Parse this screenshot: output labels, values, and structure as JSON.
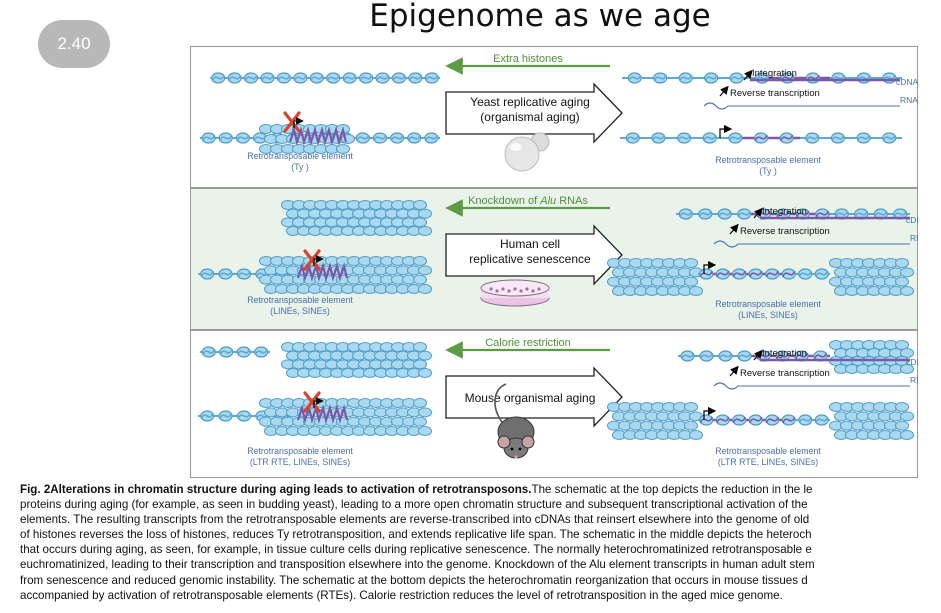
{
  "slide": {
    "number": "2.40",
    "title": "Epigenome as we age"
  },
  "panels": [
    {
      "intervention": "Extra histones",
      "process_line1": "Yeast replicative aging",
      "process_line2": "(organismal aging)",
      "left_element_line1": "Retrotransposable element",
      "left_element_line2": "(Ty )",
      "right_element_line1": "Retrotransposable element",
      "right_element_line2": "(Ty )",
      "integration": "Integration",
      "cdna": "cDNA",
      "reverse_transcription": "Reverse transcription",
      "rna": "RNA",
      "illustration": "yeast-cells",
      "background": "#ffffff"
    },
    {
      "intervention_prefix": "Knockdown of ",
      "intervention_italic": "Alu",
      "intervention_suffix": " RNAs",
      "process_line1": "Human cell",
      "process_line2": "replicative senescence",
      "left_element_line1": "Retrotransposable element",
      "left_element_line2": "(LINEs, SINEs)",
      "right_element_line1": "Retrotransposable element",
      "right_element_line2": "(LINEs, SINEs)",
      "integration": "Integration",
      "cdna": "cDNA",
      "reverse_transcription": "Reverse transcription",
      "rna": "RNA",
      "illustration": "petri-dish",
      "background": "#eaf3ea"
    },
    {
      "intervention": "Calorie restriction",
      "process_line1": "Mouse organismal aging",
      "left_element_line1": "Retrotransposable element",
      "left_element_line2": "(LTR RTE, LINEs, SINEs)",
      "right_element_line1": "Retrotransposable element",
      "right_element_line2": "(LTR RTE, LINEs, SINEs)",
      "integration": "Integration",
      "cdna": "cDNA",
      "reverse_transcription": "Reverse transcription",
      "rna": "RNA",
      "illustration": "mouse",
      "background": "#ffffff"
    }
  ],
  "colors": {
    "histone": "#a9d8ef",
    "histone_edge": "#4c9cc9",
    "dna": "#5fa9d4",
    "retro_element": "#7a5aa6",
    "inhibition_x": "#d9432f",
    "green_arrow": "#5c9a43",
    "intervention_text": "#4f8f3a",
    "element_label": "#4a6fa8",
    "panel_border": "#9a9a9a"
  },
  "caption": {
    "bold": "Fig. 2Alterations in chromatin structure during aging leads to activation of retrotransposons.",
    "line1_rest": "The schematic at the top depicts the reduction in the le",
    "lines": [
      "proteins during aging (for example, as seen in budding yeast), leading to a more open chromatin structure and subsequent transcriptional activation of the",
      "elements. The resulting transcripts from the retrotransposable elements are reverse-transcribed into cDNAs that reinsert elsewhere into the genome of old",
      "of histones reverses the loss of histones, reduces Ty retrotransposition, and extends replicative life span. The schematic in the middle depicts the heteroch",
      "that occurs during aging, as seen, for example, in tissue culture cells during replicative senescence. The normally heterochromatinized retrotransposable e",
      "euchromatinized, leading to their transcription and transposition elsewhere into the genome. Knockdown of the Alu element transcripts in human adult stem",
      "from senescence and reduced genomic instability. The schematic at the bottom depicts the heterochromatin reorganization that occurs in mouse tissues d",
      "accompanied by activation of retrotransposable elements (RTEs). Calorie restriction reduces the level of retrotransposition in the aged mice genome."
    ]
  }
}
